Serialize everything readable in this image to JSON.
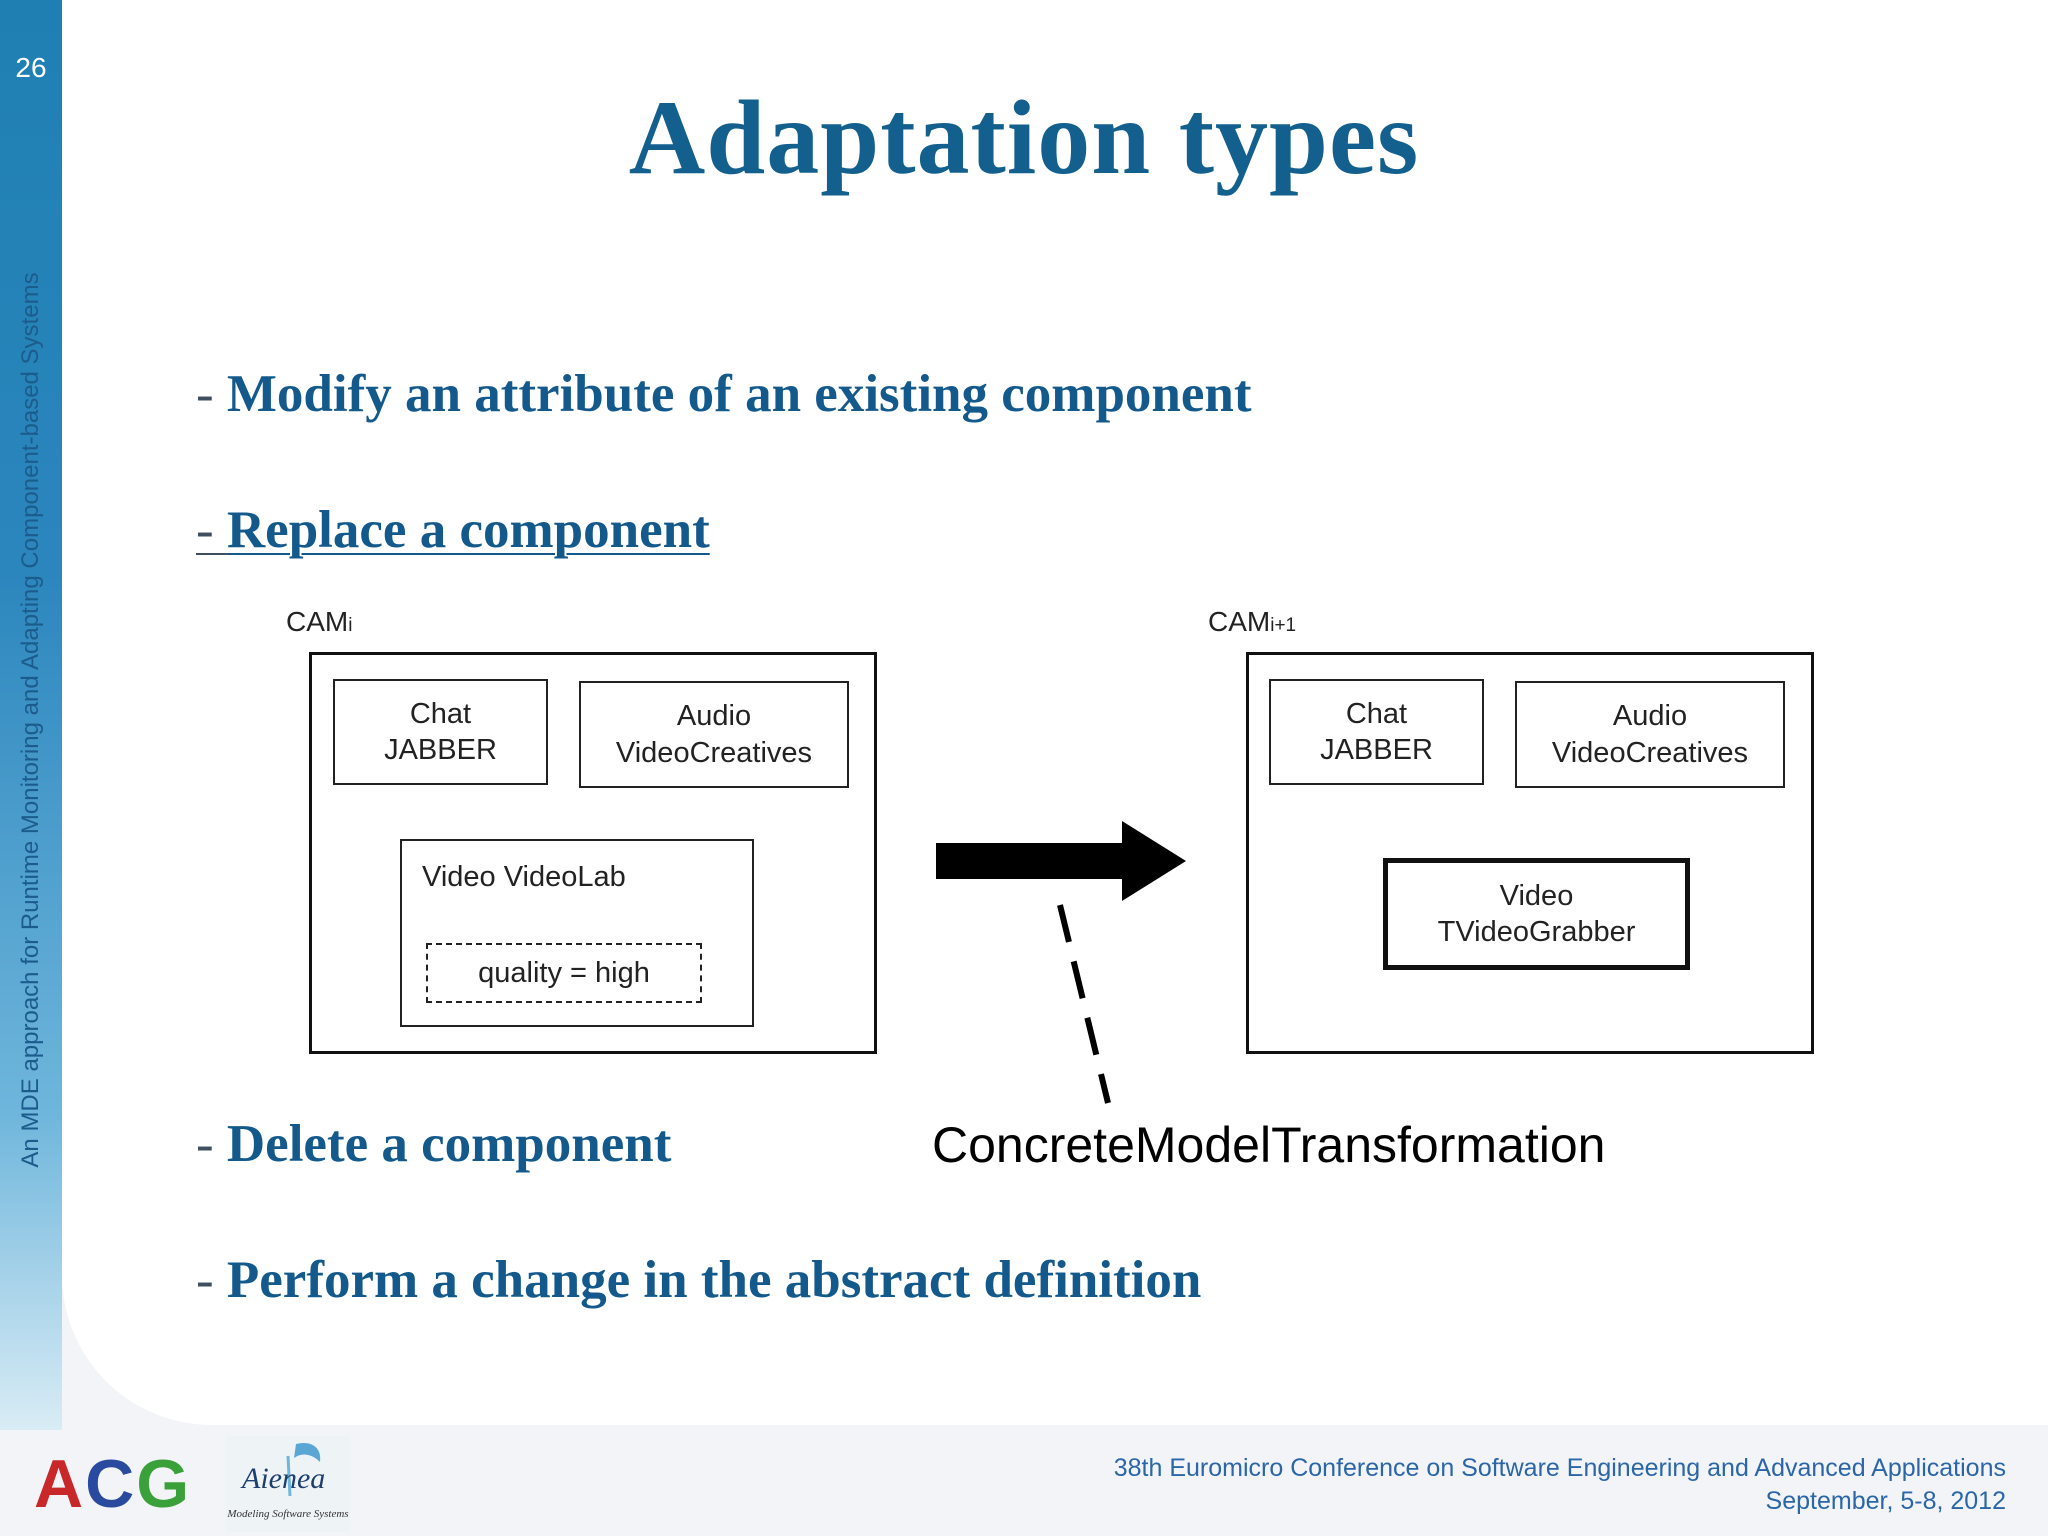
{
  "slide": {
    "page_number": "26",
    "side_text": "An MDE approach for Runtime Monitoring and Adapting Component-based Systems",
    "title": "Adaptation types"
  },
  "bullets": [
    {
      "dash": "- ",
      "text": "Modify an attribute of  an existing component"
    },
    {
      "dash": "- ",
      "text": "Replace a component"
    },
    {
      "dash": "- ",
      "text": "Delete a component"
    },
    {
      "dash": "- ",
      "text": "Perform a change in the abstract definition"
    }
  ],
  "diagram": {
    "left": {
      "label_main": "CAM",
      "label_sub": "i",
      "chat": {
        "line1": "Chat",
        "line2": "JABBER"
      },
      "audio": {
        "line1": "Audio",
        "line2": "VideoCreatives"
      },
      "video": {
        "label": "Video VideoLab",
        "attribute": "quality = high"
      }
    },
    "right": {
      "label_main": "CAM",
      "label_sub": "i+1",
      "chat": {
        "line1": "Chat",
        "line2": "JABBER"
      },
      "audio": {
        "line1": "Audio",
        "line2": "VideoCreatives"
      },
      "video": {
        "line1": "Video",
        "line2": "TVideoGrabber"
      }
    },
    "transformation_label": "ConcreteModelTransformation"
  },
  "footer": {
    "logo_acg": {
      "a": "A",
      "c": "C",
      "g": "G"
    },
    "logo_aienea": {
      "name": "Aienea",
      "tagline": "Modeling Software Systems"
    },
    "conference": "38th Euromicro Conference on Software Engineering and Advanced Applications",
    "dates": "September, 5-8, 2012"
  }
}
